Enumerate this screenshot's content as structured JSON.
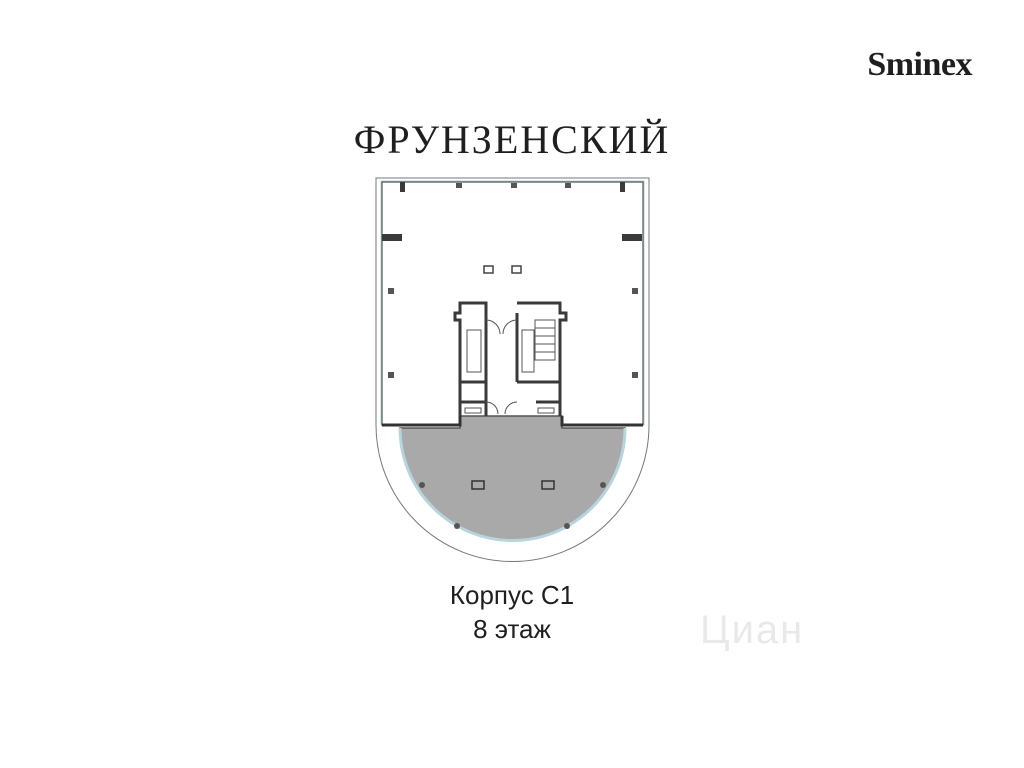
{
  "header": {
    "brand": "Sminex",
    "title": "ФРУНЗЕНСКИЙ"
  },
  "plan": {
    "building": "Корпус С1",
    "floor": "8 этаж",
    "colors": {
      "wall": "#3a3a3a",
      "terrace": "#a9a9a9",
      "glass": "#b9d4dd",
      "line": "#555555"
    }
  },
  "watermark": {
    "text": "Циан"
  }
}
